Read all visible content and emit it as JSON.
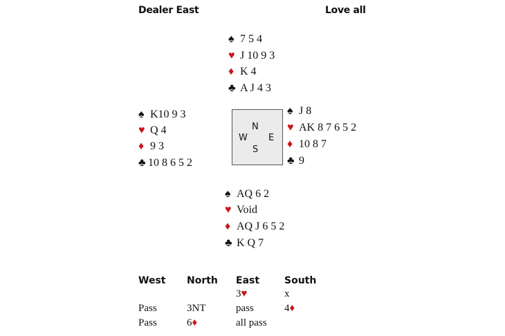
{
  "header": {
    "dealer": "Dealer East",
    "vulnerability": "Love all"
  },
  "symbols": {
    "spade": "♠",
    "heart": "♥",
    "diamond": "♦",
    "club": "♣"
  },
  "colors": {
    "red": "#c8161d",
    "black": "#111111",
    "box": "#ebebeb"
  },
  "hands": {
    "north": {
      "spades": "7 5 4",
      "hearts": "J 10 9 3",
      "diamonds": "K 4",
      "clubs": "A J 4 3"
    },
    "west": {
      "spades": "K10 9 3",
      "hearts": "Q 4",
      "diamonds": "9 3",
      "clubs": "10 8 6 5 2"
    },
    "east": {
      "spades": "J 8",
      "hearts": "AK 8 7 6 5 2",
      "diamonds": "10 8 7",
      "clubs": "9"
    },
    "south": {
      "spades": "AQ 6 2",
      "hearts": "Void",
      "diamonds": "AQ J 6 5 2",
      "clubs": "K Q 7"
    }
  },
  "compass": {
    "n": "N",
    "s": "S",
    "e": "E",
    "w": "W"
  },
  "auction": {
    "headers": [
      "West",
      "North",
      "East",
      "South"
    ],
    "rows": [
      [
        "",
        "",
        "3",
        "x"
      ],
      [
        "Pass",
        "3NT",
        "pass",
        "4"
      ],
      [
        "Pass",
        "6",
        "all pass",
        ""
      ]
    ]
  }
}
